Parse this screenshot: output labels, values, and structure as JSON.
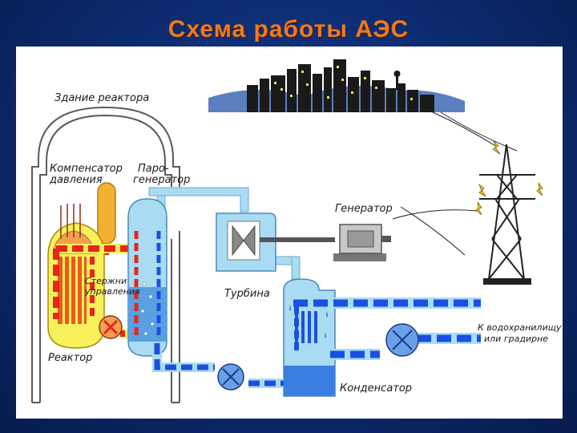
{
  "title": "Схема работы АЭС",
  "labels": {
    "building": "Здание реактора",
    "compensator_line1": "Компенсатор",
    "compensator_line2": "давления",
    "steam_gen_line1": "Паро-",
    "steam_gen_line2": "генератор",
    "control_rods_line1": "Стержни",
    "control_rods_line2": "управления",
    "reactor": "Реактор",
    "turbine": "Турбина",
    "generator": "Генератор",
    "condenser": "Конденсатор",
    "outlet_line1": "К водохранилищу",
    "outlet_line2": "или градирне"
  },
  "colors": {
    "title": "#f07a1e",
    "background": "#0b2a6e",
    "hot_loop": "#e8251b",
    "cold_water": "#1a50e0",
    "steam": "#a9dcf2",
    "pressurizer": "#f2b132",
    "reactor_vessel": "#f7f05a",
    "building_outline": "#555555"
  }
}
